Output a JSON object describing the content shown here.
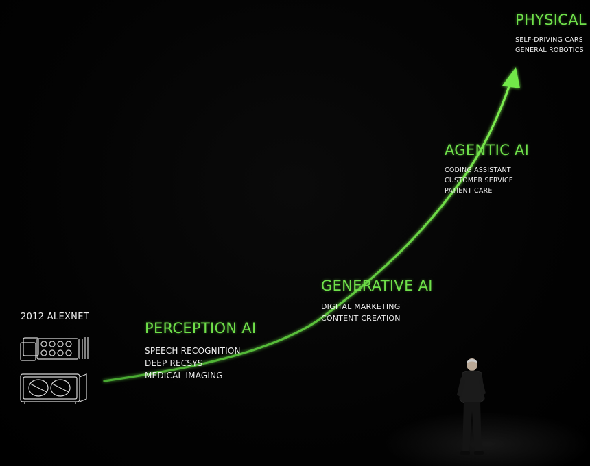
{
  "colors": {
    "accent_green": "#6fe04a",
    "text_white": "#ededed",
    "background": "#000000"
  },
  "alexnet": {
    "label": "2012 ALEXNET",
    "icons": [
      "gpu-server-icon",
      "gpu-card-icon"
    ]
  },
  "stages": [
    {
      "title": "PERCEPTION AI",
      "items": [
        "SPEECH RECOGNITION",
        "DEEP RECSYS",
        "MEDICAL IMAGING"
      ]
    },
    {
      "title": "GENERATIVE AI",
      "items": [
        "DIGITAL MARKETING",
        "CONTENT CREATION"
      ]
    },
    {
      "title": "AGENTIC AI",
      "items": [
        "CODING ASSISTANT",
        "CUSTOMER SERVICE",
        "PATIENT CARE"
      ]
    },
    {
      "title": "PHYSICAL AI",
      "items": [
        "SELF-DRIVING CARS",
        "GENERAL ROBOTICS"
      ]
    }
  ]
}
